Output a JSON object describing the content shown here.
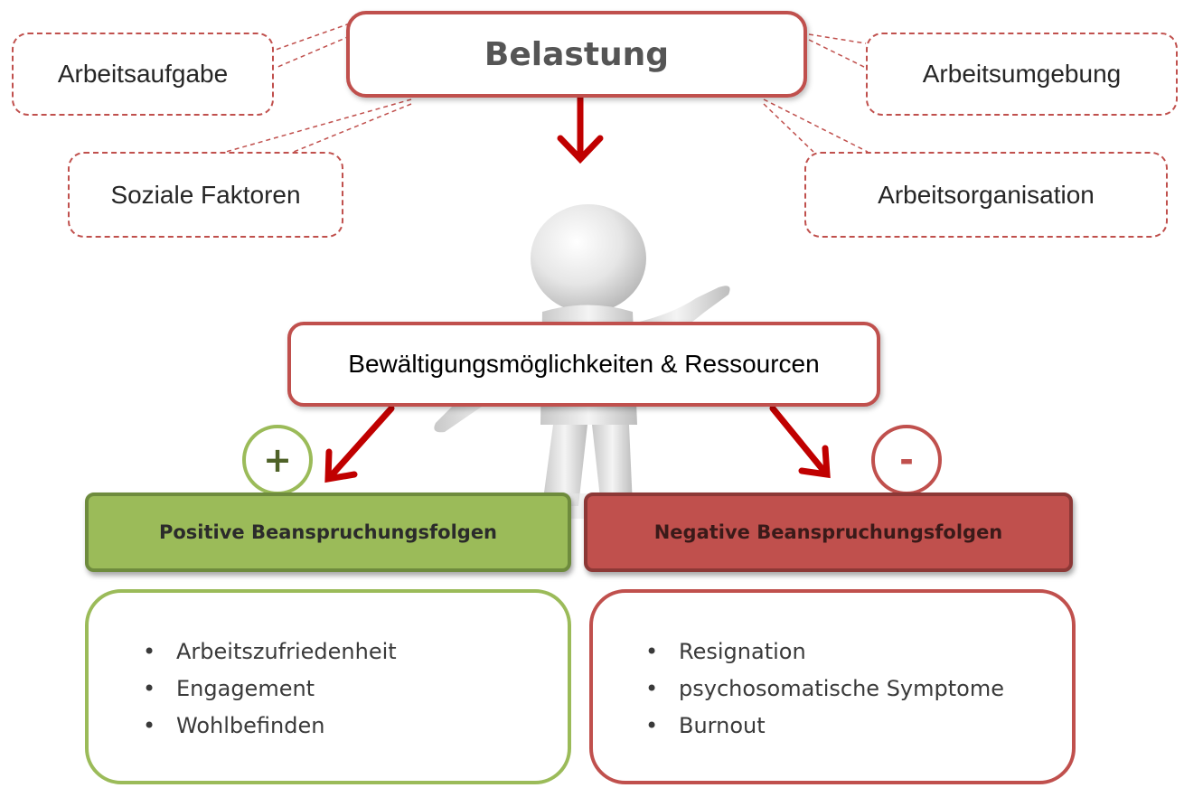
{
  "top": {
    "title": "Belastung"
  },
  "factors": {
    "task": "Arbeitsaufgabe",
    "environment": "Arbeitsumgebung",
    "social": "Soziale Faktoren",
    "organisation": "Arbeitsorganisation"
  },
  "coping": {
    "label": "Bewältigungsmöglichkeiten & Ressourcen"
  },
  "positive": {
    "symbol": "+",
    "header": "Positive Beanspruchungsfolgen",
    "items": [
      "Arbeitszufriedenheit",
      "Engagement",
      "Wohlbefinden"
    ],
    "color": "#9bbb59",
    "border": "#6e8b3d"
  },
  "negative": {
    "symbol": "-",
    "header": "Negative Beanspruchungsfolgen",
    "items": [
      "Resignation",
      "psychosomatische Symptome",
      "Burnout"
    ],
    "color": "#c0504d",
    "border": "#8c3836"
  },
  "colors": {
    "accent_red": "#c0504d",
    "arrow_red": "#c00000",
    "dashed_line": "#c0504d"
  },
  "figure": {
    "icon": "presenting-person-figure"
  }
}
